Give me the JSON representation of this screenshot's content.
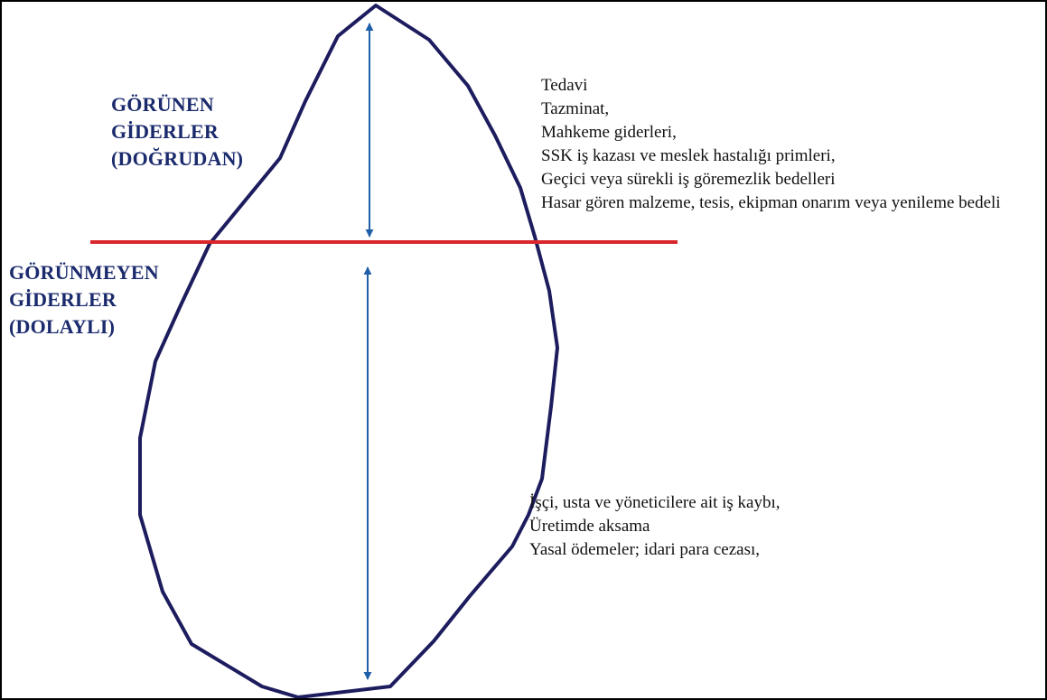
{
  "colors": {
    "outline": "#1c1c5e",
    "arrow": "#1f5fa8",
    "waterline": "#d9262c",
    "label": "#1a2a6c",
    "frame": "#000000"
  },
  "visible": {
    "title_lines": [
      "GÖRÜNEN",
      "GİDERLER",
      "(DOĞRUDAN)"
    ],
    "items": [
      "Tedavi",
      "Tazminat,",
      "Mahkeme giderleri,",
      "SSK iş kazası ve meslek hastalığı primleri,",
      "Geçici veya sürekli iş göremezlik bedelleri",
      "Hasar gören malzeme, tesis, ekipman onarım veya yenileme bedeli"
    ]
  },
  "hidden": {
    "title_lines": [
      "GÖRÜNMEYEN",
      "GİDERLER",
      "(DOLAYLI)"
    ],
    "items": [
      "İşçi, usta ve yöneticilere ait iş kaybı,",
      "Üretimde aksama",
      "Yasal ödemeler; idari para cezası,"
    ]
  }
}
